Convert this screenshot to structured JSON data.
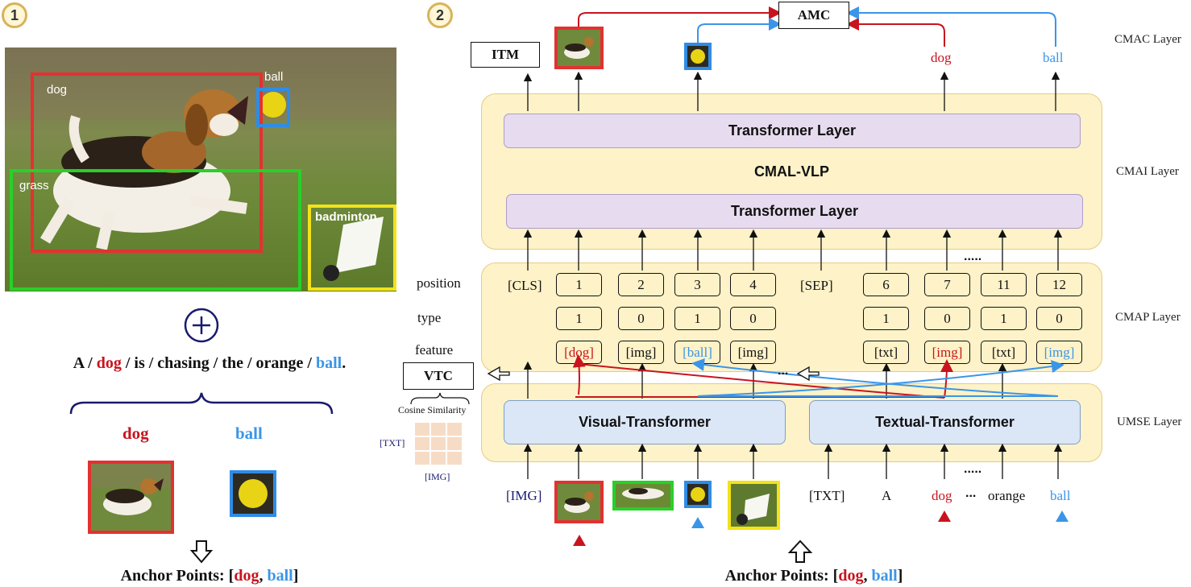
{
  "left": {
    "step_label": "1",
    "regions": {
      "dog": "dog",
      "ball": "ball",
      "grass": "grass",
      "badminton": "badminton"
    },
    "sentence": {
      "w1": "A / ",
      "w2": "dog",
      "w3": " / is / chasing / the / orange / ",
      "w4": "ball",
      "w5": "."
    },
    "anchor_words": {
      "dog": "dog",
      "ball": "ball"
    },
    "anchor_points": {
      "prefix": "Anchor Points: [",
      "dog": "dog",
      "sep": ", ",
      "ball": "ball",
      "suffix": "]"
    }
  },
  "right": {
    "step_label": "2",
    "top_boxes": {
      "itm": "ITM",
      "amc": "AMC",
      "vtc": "VTC"
    },
    "top_words": {
      "dog": "dog",
      "ball": "ball"
    },
    "layers": {
      "cmac": "CMAC Layer",
      "cmai": "CMAI Layer",
      "cmap": "CMAP Layer",
      "umse": "UMSE Layer"
    },
    "transformer_top": "Transformer Layer",
    "transformer_bottom": "Transformer Layer",
    "model_name": "CMAL-VLP",
    "row_labels": {
      "position": "position",
      "type": "type",
      "feature": "feature"
    },
    "cls": "[CLS]",
    "sep": "[SEP]",
    "positions": [
      "1",
      "2",
      "3",
      "4",
      "6",
      "7",
      "11",
      "12"
    ],
    "types": [
      "1",
      "0",
      "1",
      "0",
      "1",
      "0",
      "1",
      "0"
    ],
    "features": [
      "[dog]",
      "[img]",
      "[ball]",
      "[img]",
      "[txt]",
      "[img]",
      "[txt]",
      "[img]"
    ],
    "ellipsis_top": ".....",
    "ellipsis_mid": "...",
    "ellipsis_bottom": ".....",
    "ellipsis_inline": "...",
    "visual_encoder": "Visual-Transformer",
    "textual_encoder": "Textual-Transformer",
    "cosine": "Cosine Similarity",
    "matrix_txt": "[TXT]",
    "matrix_img": "[IMG]",
    "inputs": {
      "img": "[IMG]",
      "txt": "[TXT]",
      "a": "A",
      "dog": "dog",
      "orange": "orange",
      "ball": "ball"
    },
    "anchor_points": {
      "prefix": "Anchor Points: [",
      "dog": "dog",
      "sep": ", ",
      "ball": "ball",
      "suffix": "]"
    }
  },
  "colors": {
    "red": "#c8141e",
    "blue": "#3a95e8",
    "green": "#2ec42e",
    "yellow": "#f2e21a",
    "band": "#fdf2c8",
    "transformer": "#e7dcef",
    "encoder": "#dbe7f7"
  }
}
